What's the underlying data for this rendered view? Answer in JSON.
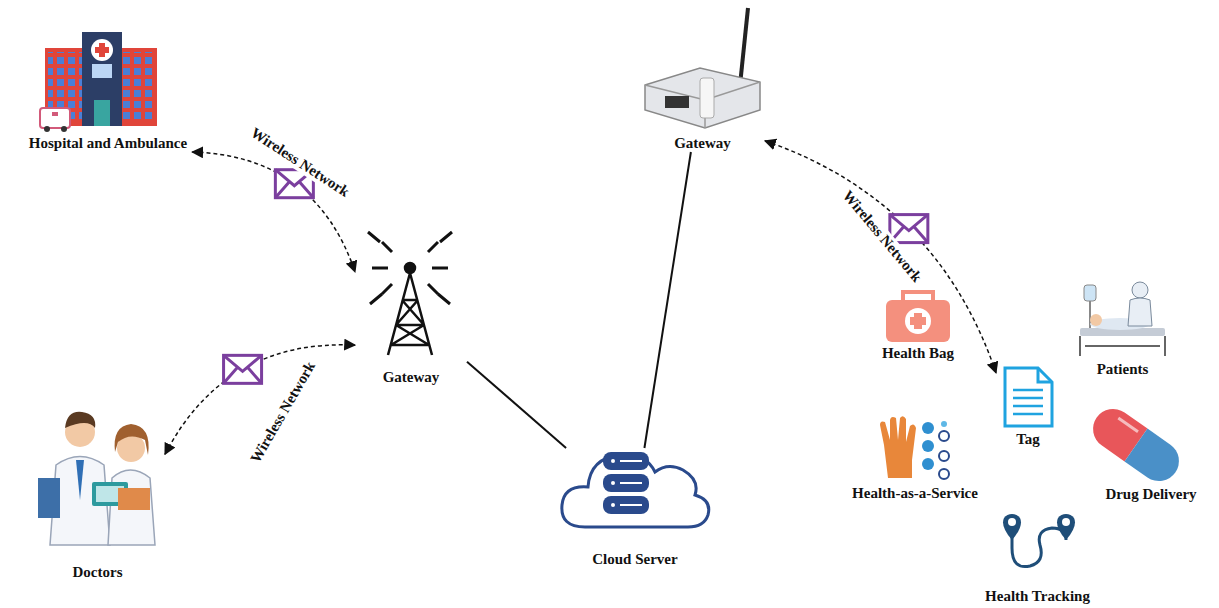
{
  "diagram": {
    "nodes": [
      {
        "text": [
          "Hospital and Ambulance"
        ]
      },
      {
        "text": [
          "Gateway"
        ]
      },
      {
        "text": [
          "Doctors"
        ]
      },
      {
        "text": [
          "Cloud Server"
        ]
      },
      {
        "text": [
          "Gateway"
        ]
      },
      {
        "text": [
          "Tag"
        ]
      },
      {
        "text": [
          "Health Bag"
        ]
      },
      {
        "text": [
          "Patients"
        ]
      },
      {
        "text": [
          "Health-as-a-Service"
        ]
      },
      {
        "text": [
          "Drug Delivery"
        ]
      },
      {
        "text": [
          "Health Tracking"
        ]
      }
    ],
    "edges": [
      {
        "from": 0,
        "to": 1,
        "label": "Wireless Network",
        "arrow": "both"
      },
      {
        "from": 2,
        "to": 1,
        "label": "Wireless Network",
        "arrow": "both"
      },
      {
        "from": 1,
        "to": 3,
        "arrow": "none"
      },
      {
        "from": 3,
        "to": 4,
        "arrow": "none"
      },
      {
        "from": 4,
        "to": 5,
        "label": "Wireless Network",
        "arrow": "both"
      }
    ]
  }
}
